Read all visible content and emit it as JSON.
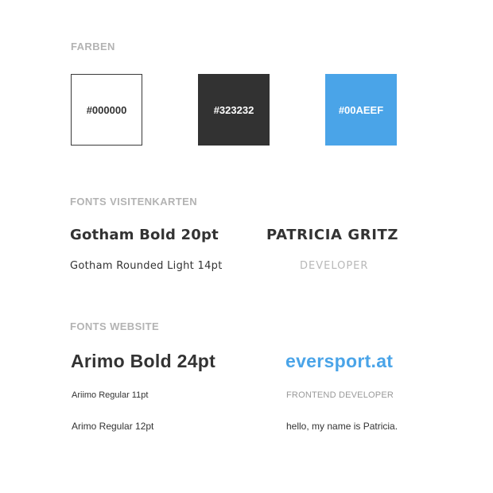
{
  "farben": {
    "title": "FARBEN",
    "swatches": [
      {
        "label": "#000000",
        "color": "#FFFFFF",
        "border": "#000000"
      },
      {
        "label": "#323232",
        "color": "#323232"
      },
      {
        "label": "#00AEEF",
        "color": "#4AA4E8"
      }
    ]
  },
  "fonts_visitenkarten": {
    "title": "FONTS VISITENKARTEN",
    "left": {
      "heading": "Gotham Bold 20pt",
      "sub": "Gotham Rounded Light 14pt"
    },
    "right": {
      "name": "PATRICIA GRITZ",
      "role": "DEVELOPER"
    }
  },
  "fonts_website": {
    "title": "FONTS WEBSITE",
    "left": {
      "heading": "Arimo Bold 24pt",
      "small": "Ariimo Regular 11pt",
      "body": "Arimo Regular 12pt"
    },
    "right": {
      "brand": "eversport.at",
      "role": "FRONTEND DEVELOPER",
      "body": "hello, my name is Patricia."
    }
  }
}
